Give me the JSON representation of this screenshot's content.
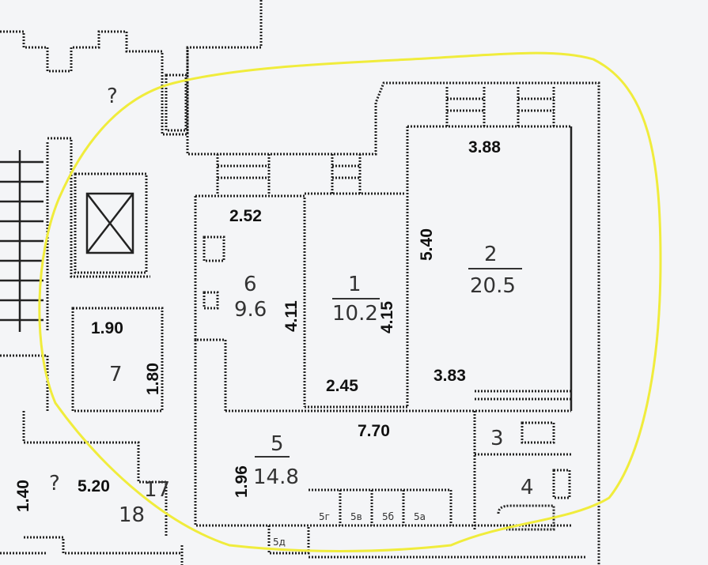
{
  "rooms": [
    {
      "id": "2",
      "area": "20.5"
    },
    {
      "id": "1",
      "area": "10.2"
    },
    {
      "id": "6",
      "area": "9.6"
    },
    {
      "id": "5",
      "area": "14.8"
    },
    {
      "id": "7"
    },
    {
      "id": "3"
    },
    {
      "id": "4"
    },
    {
      "id": "18"
    },
    {
      "id": "17"
    }
  ],
  "dimensions": {
    "d388": "3.88",
    "d540": "5.40",
    "d383": "3.83",
    "d252": "2.52",
    "d411": "4.11",
    "d415": "4.15",
    "d245": "2.45",
    "d190": "1.90",
    "d180": "1.80",
    "d770": "7.70",
    "d196": "1.96",
    "d140": "1.40",
    "d520": "5.20"
  },
  "unknown_marks": [
    "?",
    "?"
  ],
  "closets": [
    "5г",
    "5в",
    "5б",
    "5а",
    "5д"
  ],
  "highlight_color": "#f0ec3c"
}
